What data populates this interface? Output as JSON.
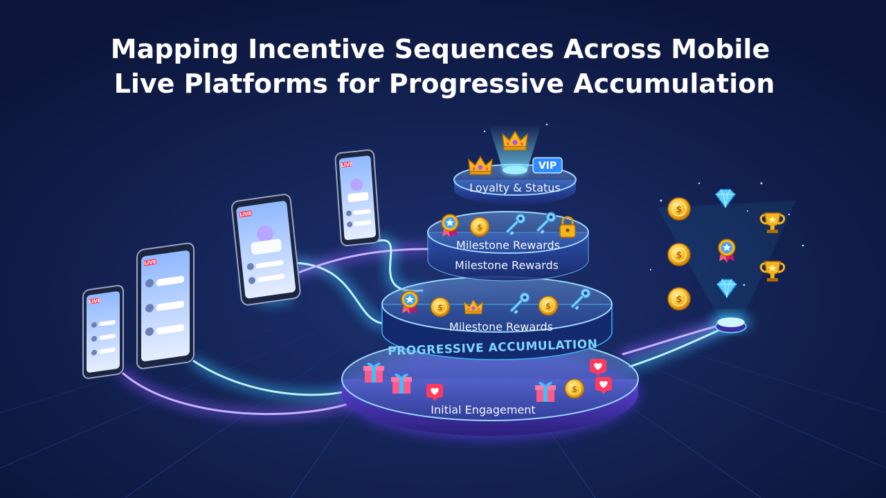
{
  "title": {
    "line1": "Mapping Incentive Sequences Across Mobile",
    "line2": "Live Platforms for Progressive Accumulation"
  },
  "tiers": {
    "top": "Loyalty & Status",
    "upper_a": "Milestone Rewards",
    "upper_b": "Milestone Rewards",
    "middle": "Milestone Rewards",
    "band": "PROGRESSIVE ACCUMULATION",
    "base": "Initial Engagement"
  },
  "badges": {
    "vip": "VIP",
    "live": "LIVE"
  },
  "colors": {
    "background": "#0f1b45",
    "cyan_glow": "#39c6ff",
    "violet_glow": "#8a5cff",
    "gold": "#f5b51e",
    "heart_red": "#ff3a5c"
  },
  "icons": [
    "crown-icon",
    "vip-badge-icon",
    "medal-icon",
    "coin-icon",
    "key-icon",
    "lock-icon",
    "gift-icon",
    "heart-icon",
    "diamond-icon",
    "trophy-icon",
    "smartphone-icon",
    "tablet-icon"
  ]
}
